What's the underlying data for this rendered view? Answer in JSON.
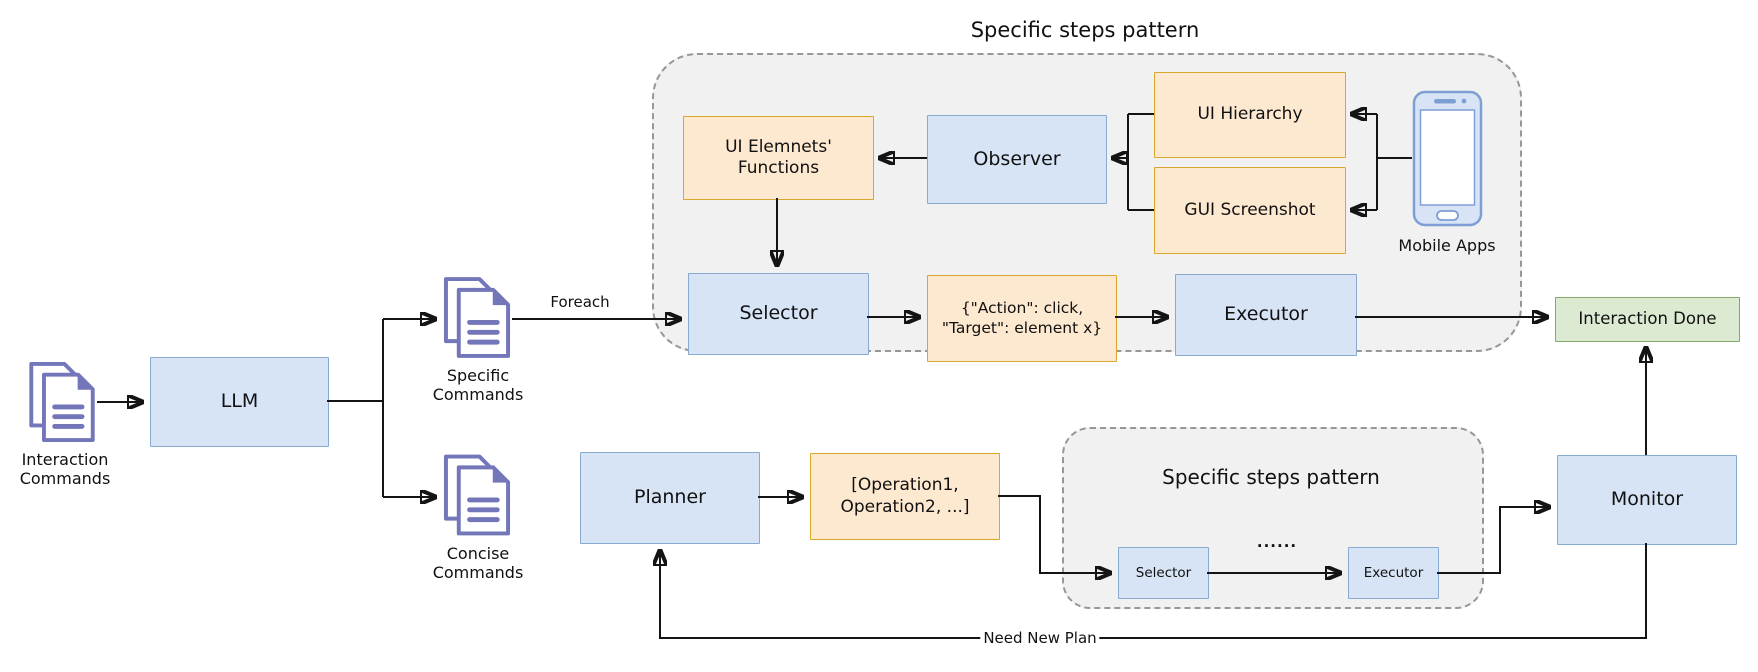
{
  "titles": {
    "top_pattern": "Specific steps pattern",
    "bottom_pattern": "Specific steps pattern"
  },
  "nodes": {
    "llm": "LLM",
    "planner": "Planner",
    "operations": "[Operation1,\nOperation2, ...]",
    "ui_functions": "UI Elemnets'\nFunctions",
    "observer": "Observer",
    "ui_hierarchy": "UI Hierarchy",
    "gui_screenshot": "GUI Screenshot",
    "selector": "Selector",
    "action_json": "{\"Action\": click,\n\"Target\": element x}",
    "executor": "Executor",
    "interaction_done": "Interaction Done",
    "selector_small": "Selector",
    "executor_small": "Executor",
    "monitor": "Monitor"
  },
  "labels": {
    "interaction_commands": "Interaction\nCommands",
    "specific_commands": "Specific\nCommands",
    "concise_commands": "Concise\nCommands",
    "mobile_apps": "Mobile Apps",
    "foreach": "Foreach",
    "need_new_plan": "Need New Plan",
    "dots": "......"
  },
  "icons": {
    "document_icon": "stacked-documents",
    "smartphone_icon": "mobile-phone"
  },
  "colors": {
    "blue_fill": "#d6e4f6",
    "blue_border": "#88aacf",
    "orange_fill": "#fde8d0",
    "orange_border": "#d9a62e",
    "green_fill": "#dcead2",
    "green_border": "#84a969",
    "container_fill": "#f1f1f1",
    "container_border": "#979797",
    "doc_purple": "#7377ba",
    "line_color": "#141414",
    "phone_border": "#7e9fd4",
    "phone_fill": "#d8e4f6"
  }
}
